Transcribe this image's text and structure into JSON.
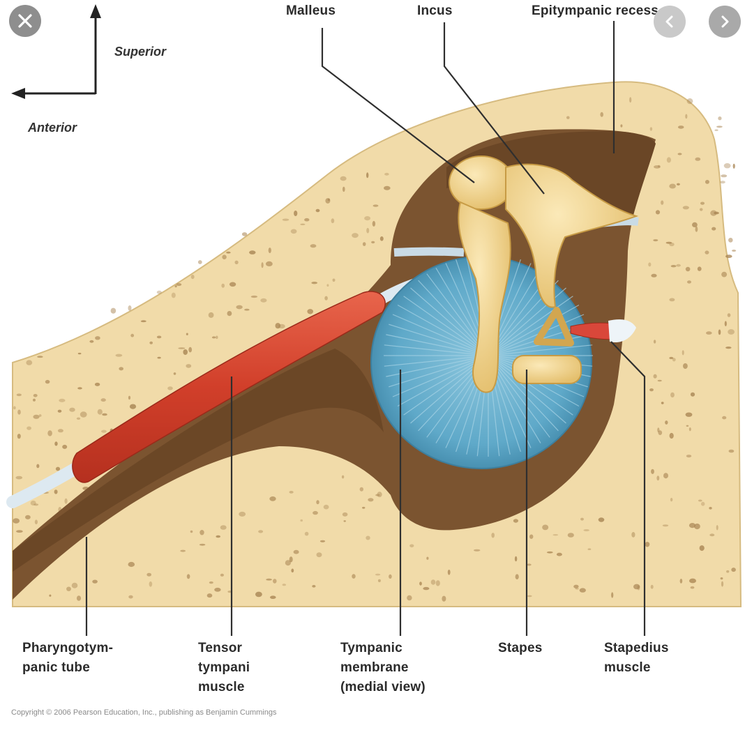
{
  "viewer": {
    "close_icon": "close-icon",
    "prev_icon": "chevron-left-icon",
    "next_icon": "chevron-right-icon"
  },
  "orientation": {
    "superior": "Superior",
    "anterior": "Anterior"
  },
  "labels": {
    "malleus": "Malleus",
    "incus": "Incus",
    "epitympanic_recess": "Epitympanic recess",
    "pharyngotympanic_tube": "Pharyngotym-\npanic tube",
    "tensor_tympani": "Tensor\ntympani\nmuscle",
    "tympanic_membrane": "Tympanic\nmembrane\n(medial view)",
    "stapes": "Stapes",
    "stapedius": "Stapedius\nmuscle"
  },
  "copyright": "Copyright © 2006 Pearson Education, Inc., publishing as Benjamin Cummings",
  "colors": {
    "bone": "#f1dba9",
    "bone_speck": "#a88452",
    "cavity": "#7b5430",
    "cavity_dark": "#5e3d1f",
    "ossicle": "#f2d48f",
    "membrane": "#5fa9c9",
    "muscle": "#d94a35",
    "tendon": "#dde9f1"
  }
}
